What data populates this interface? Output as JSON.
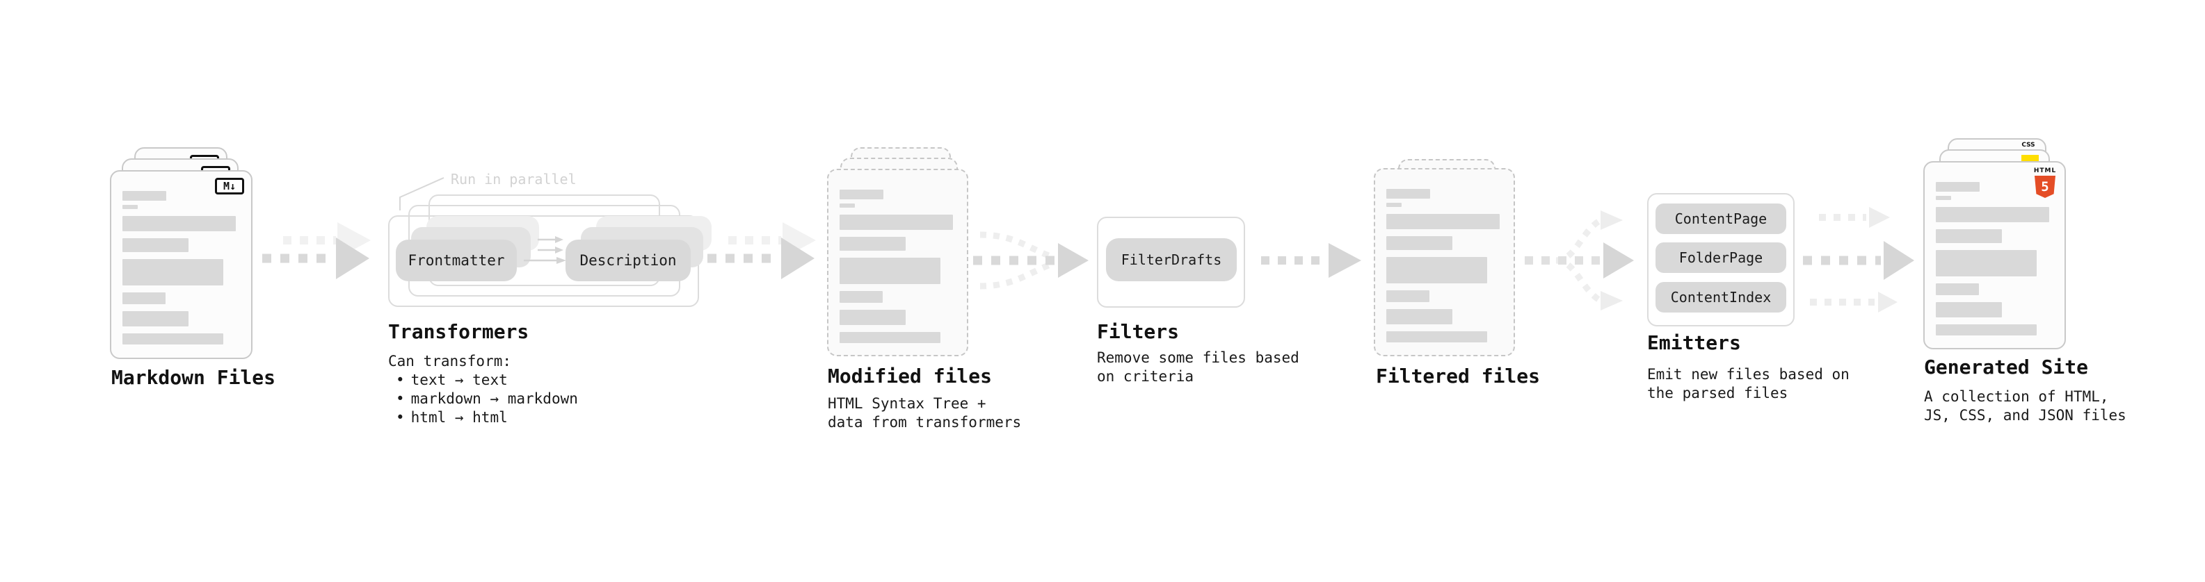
{
  "sections": {
    "markdown_files": {
      "caption": "Markdown Files",
      "badge": "M↓"
    },
    "transformers": {
      "caption": "Transformers",
      "annotation": "Run in parallel",
      "pills": [
        "Frontmatter",
        "Description"
      ],
      "subtext": {
        "intro": "Can transform:",
        "bullet": "•",
        "bullets": [
          "text → text",
          "markdown → markdown",
          "html → html"
        ]
      }
    },
    "modified_files": {
      "caption": "Modified files",
      "subtext_lines": [
        "HTML Syntax Tree +",
        "data from transformers"
      ]
    },
    "filters": {
      "caption": "Filters",
      "pill": "FilterDrafts",
      "subtext_lines": [
        "Remove some files based",
        "on criteria"
      ]
    },
    "filtered_files": {
      "caption": "Filtered files"
    },
    "emitters": {
      "caption": "Emitters",
      "pills": [
        "ContentPage",
        "FolderPage",
        "ContentIndex"
      ],
      "subtext_lines": [
        "Emit new files based on",
        "the parsed files"
      ]
    },
    "generated_site": {
      "caption": "Generated Site",
      "badges": {
        "css": "CSS",
        "html_word": "HTML",
        "html_number": "5"
      },
      "subtext_lines": [
        "A collection of HTML,",
        "JS, CSS, and JSON files"
      ]
    }
  },
  "colors": {
    "html5_orange": "#e44d26",
    "js_yellow": "#ffde00",
    "css_blue": "#2368f0",
    "pill_gray": "#d9d9d9",
    "arrow_gray": "#d6d6d6",
    "card_border": "#c9c9c9",
    "annotation_gray": "#d2d2d2"
  }
}
